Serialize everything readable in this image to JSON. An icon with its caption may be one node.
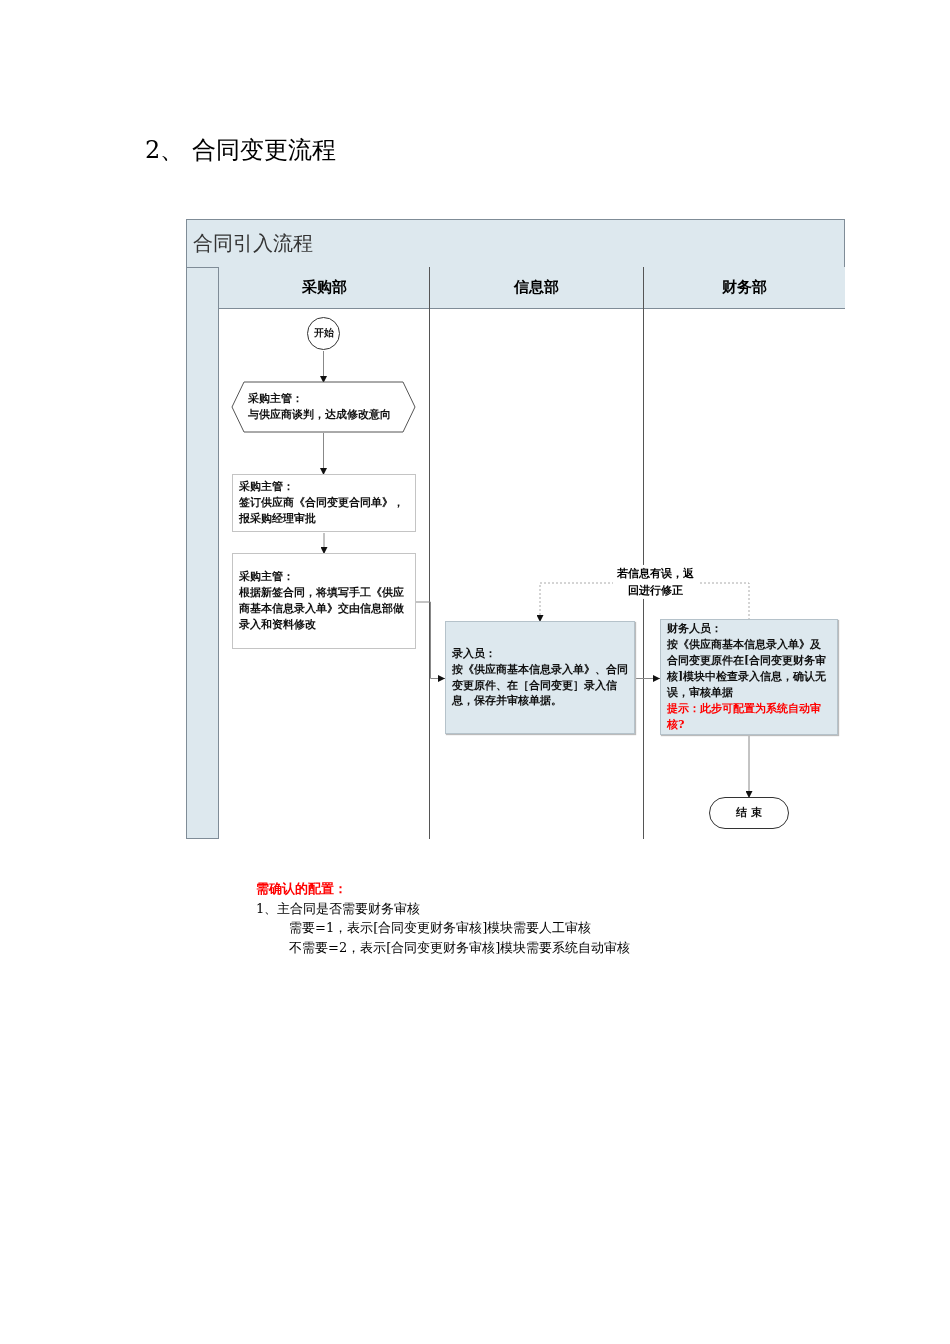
{
  "diagram": {
    "title": "2、 合同变更流程",
    "nodes": [
      {
        "text": [
          "合同引入流程"
        ]
      },
      {
        "text": [
          "采购部"
        ],
        "in": 0
      },
      {
        "text": [
          "信息部"
        ],
        "in": 0
      },
      {
        "text": [
          "财务部"
        ],
        "in": 0
      },
      {
        "text": [
          "开始"
        ],
        "in": 1
      },
      {
        "text": [
          "采购主管：",
          "与供应商谈判，达成修改意向"
        ],
        "in": 1
      },
      {
        "text": [
          "采购主管：",
          "签订供应商《合同变更合同单》，报采购经理审批"
        ],
        "in": 1
      },
      {
        "text": [
          "采购主管：",
          "根据新签合同，将填写手工《供应商基本信息录入单》交由信息部做录入和资料修改"
        ],
        "in": 1
      },
      {
        "text": [
          "录入员：",
          "按《供应商基本信息录入单》、合同变更原件、在［合同变更］录入信息，保存并审核单据。"
        ],
        "in": 2
      },
      {
        "text": [
          "财务人员：",
          "按《供应商基本信息录入单》及合同变更原件在[合同变更财务审核]模块中检查录入信息，确认无误，审核单据",
          "提示：此步可配置为系统自动审核?"
        ],
        "in": 3
      },
      {
        "text": [
          "结 束"
        ],
        "in": 3
      }
    ],
    "edges": [
      {
        "from": 4,
        "to": 5,
        "arrow": "to"
      },
      {
        "from": 5,
        "to": 6,
        "arrow": "to"
      },
      {
        "from": 6,
        "to": 7,
        "arrow": "to"
      },
      {
        "from": 7,
        "to": 8,
        "arrow": "to"
      },
      {
        "from": 8,
        "to": 9,
        "arrow": "to"
      },
      {
        "from": 9,
        "to": 8,
        "arrow": "to",
        "style": "dashed",
        "label": "若信息有误，返回进行修正"
      },
      {
        "from": 9,
        "to": 10,
        "arrow": "to"
      }
    ],
    "labels": [
      "需确认的配置：",
      "1、主合同是否需要财务审核",
      "需要=1，表示[合同变更财务审核]模块需要人工审核",
      "不需要=2，表示[合同变更财务审核]模块需要系统自动审核"
    ]
  }
}
